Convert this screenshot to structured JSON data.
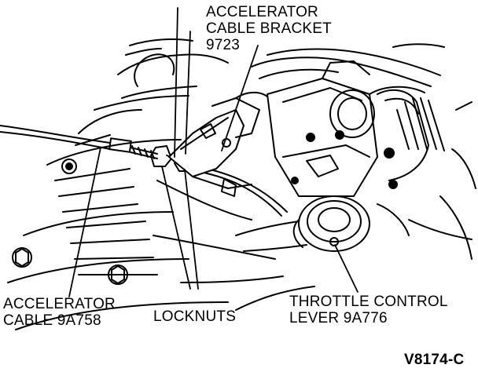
{
  "labels": {
    "bracket": {
      "line1": "ACCELERATOR",
      "line2": "CABLE BRACKET",
      "line3": "9723"
    },
    "cable": {
      "line1": "ACCELERATOR",
      "line2": "CABLE 9A758"
    },
    "locknuts": "LOCKNUTS",
    "lever": {
      "line1": "THROTTLE CONTROL",
      "line2": "LEVER 9A776"
    },
    "figure_id": "V8174-C"
  },
  "colors": {
    "ink": "#000000",
    "paper": "#ffffff"
  }
}
